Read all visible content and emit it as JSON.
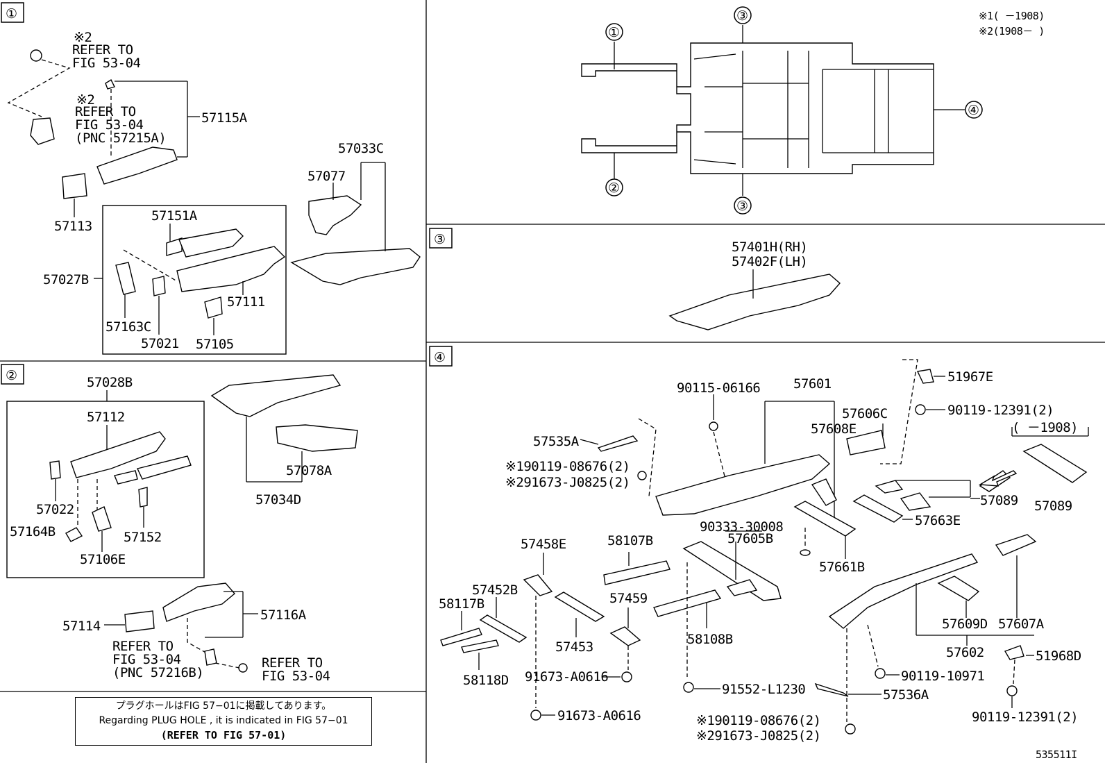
{
  "sections": {
    "s1": "①",
    "s2": "②",
    "s3": "③",
    "s4": "④"
  },
  "overview_callouts": {
    "c1": "①",
    "c2": "②",
    "c3a": "③",
    "c3b": "③",
    "c4": "④"
  },
  "legend": {
    "l1": "※1(  －1908)",
    "l2": "※2(1908－  )"
  },
  "sec1": {
    "note_mark": "※2",
    "refer_to": "REFER TO",
    "fig_a": "FIG 53-04",
    "note_mark_b": "※2",
    "refer_to_b": "REFER TO",
    "fig_b": "FIG 53-04",
    "pnc": "(PNC 57215A)",
    "p57115A": "57115A",
    "p57033C": "57033C",
    "p57077": "57077",
    "p57113": "57113",
    "p57151A": "57151A",
    "p57027B": "57027B",
    "p57111": "57111",
    "p57163C": "57163C",
    "p57021": "57021",
    "p57105": "57105"
  },
  "sec2": {
    "p57028B": "57028B",
    "p57112": "57112",
    "p57022": "57022",
    "p57164B": "57164B",
    "p57106E": "57106E",
    "p57152": "57152",
    "p57078A": "57078A",
    "p57034D": "57034D",
    "p57114": "57114",
    "p57116A": "57116A",
    "refer_to_a": "REFER TO",
    "fig_a": "FIG 53-04",
    "pnc": "(PNC 57216B)",
    "refer_to_b": "REFER TO",
    "fig_b": "FIG 53-04"
  },
  "note": {
    "jp": "プラグホールはFIG 57−01に掲載してあります。",
    "en": "Regarding PLUG HOLE , it is indicated in FIG 57−01",
    "ref": "(REFER TO FIG 57-01)"
  },
  "sec3": {
    "rh": "57401H(RH)",
    "lh": "57402F(LH)"
  },
  "sec4": {
    "b90115": "90115-06166",
    "p57601": "57601",
    "p51967E": "51967E",
    "b90119a": "90119-12391(2)",
    "p57606C": "57606C",
    "p57608E": "57608E",
    "p57535A": "57535A",
    "b1a": "※190119-08676(2)",
    "b2a": "※291673-J0825(2)",
    "yr": "(  －1908)",
    "p57089a": "57089",
    "p57089b": "57089",
    "p57663E": "57663E",
    "b90333": "90333-30008",
    "p57605B": "57605B",
    "p57661B": "57661B",
    "p57458E": "57458E",
    "p58107B": "58107B",
    "p57452B": "57452B",
    "p57459": "57459",
    "p58117B": "58117B",
    "p57453": "57453",
    "p58108B": "58108B",
    "p58118D": "58118D",
    "p57609D": "57609D",
    "p57607A": "57607A",
    "p57602": "57602",
    "p51968D": "51968D",
    "b91673a": "91673-A0616",
    "b90119b": "90119-10971",
    "b91552": "91552-L1230",
    "p57536A": "57536A",
    "b91673b": "91673-A0616",
    "b1b": "※190119-08676(2)",
    "b2b": "※291673-J0825(2)",
    "b90119c": "90119-12391(2)",
    "code": "535511I"
  }
}
